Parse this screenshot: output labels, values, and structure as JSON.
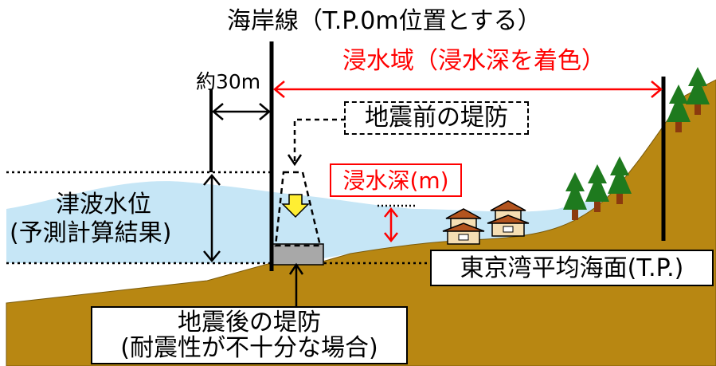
{
  "labels": {
    "shoreline": "海岸線（T.P.0m位置とする）",
    "distance": "約30m",
    "inundation_area": "浸水域（浸水深を着色）",
    "dike_before": "地震前の堤防",
    "inundation_depth": "浸水深(m)",
    "tsunami_level_line1": "津波水位",
    "tsunami_level_line2": "(予測計算結果)",
    "mean_sea_level": "東京湾平均海面(T.P.)",
    "dike_after_line1": "地震後の堤防",
    "dike_after_line2": "(耐震性が不十分な場合)"
  },
  "colors": {
    "water": "#c6e6f6",
    "ground": "#b88712",
    "ground_dark": "#7a5a0a",
    "red": "#ff0000",
    "tree": "#1e7a1e",
    "trunk": "#8b3a0e",
    "arrow_fill": "#ffee33",
    "dike_gray": "#a8a8a8"
  }
}
